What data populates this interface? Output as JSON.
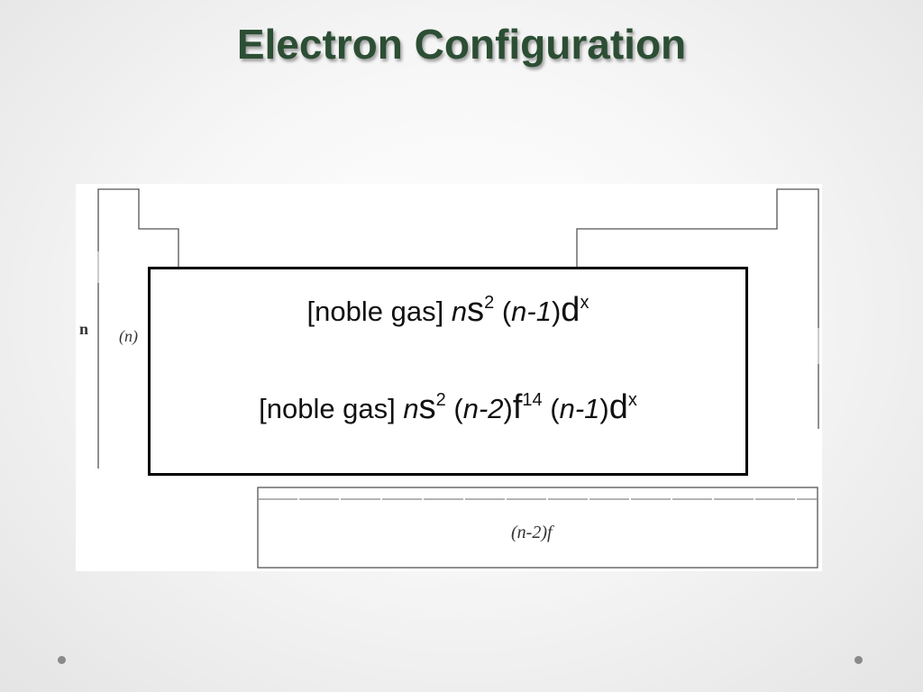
{
  "slide": {
    "title": "Electron Configuration"
  },
  "diagram": {
    "labels": {
      "n": "n",
      "n_minus_1": "(n)",
      "f_block": "(n-2)f"
    }
  },
  "formula_box": {
    "line1": {
      "prefix": "[noble gas] ",
      "n": "n",
      "s": "s",
      "s_exp": "2",
      "open": " (",
      "n_minus_1": "n-1",
      "close": ")",
      "d": "d",
      "d_exp": "x"
    },
    "line2": {
      "prefix": "[noble gas] ",
      "n": "n",
      "s": "s",
      "s_exp": "2",
      "open1": " (",
      "n_minus_2": "n-2",
      "close1": ")",
      "f": "f",
      "f_exp": "14",
      "open2": " (",
      "n_minus_1": "n-1",
      "close2": ")",
      "d": "d",
      "d_exp": "x"
    }
  },
  "colors": {
    "title": "#2c4e34",
    "background": "#f2f2f2",
    "box_border": "#000000"
  }
}
